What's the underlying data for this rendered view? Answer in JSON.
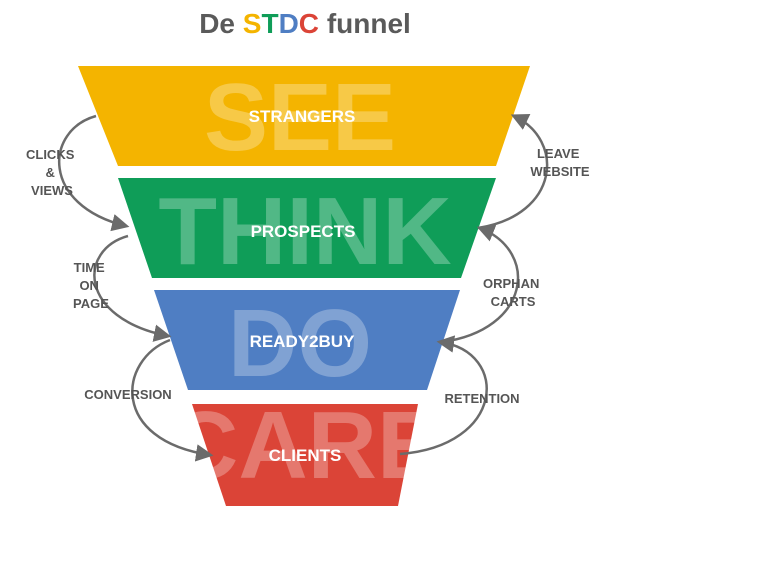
{
  "title": {
    "prefix": "De",
    "letters": [
      {
        "char": "S",
        "color": "#f4b400"
      },
      {
        "char": "T",
        "color": "#0f9d58"
      },
      {
        "char": "D",
        "color": "#4f7ec3"
      },
      {
        "char": "C",
        "color": "#db4437"
      }
    ],
    "suffix": "funnel"
  },
  "tiers": [
    {
      "word": "SEE",
      "label": "STRANGERS",
      "color": "#f4b400"
    },
    {
      "word": "THINK",
      "label": "PROSPECTS",
      "color": "#0f9d58"
    },
    {
      "word": "DO",
      "label": "READY2BUY",
      "color": "#4f7ec3"
    },
    {
      "word": "CARE",
      "label": "CLIENTS",
      "color": "#db4437"
    }
  ],
  "left_labels": [
    [
      "CLICKS",
      "&",
      "VIEWS"
    ],
    [
      "TIME",
      "ON",
      "PAGE"
    ],
    [
      "CONVERSION"
    ]
  ],
  "right_labels": [
    [
      "LEAVE",
      "WEBSITE"
    ],
    [
      "ORPHAN",
      "CARTS"
    ],
    [
      "RETENTION"
    ]
  ],
  "colors": {
    "text_gray": "#555555",
    "arrow_gray": "#6b6b6b"
  }
}
